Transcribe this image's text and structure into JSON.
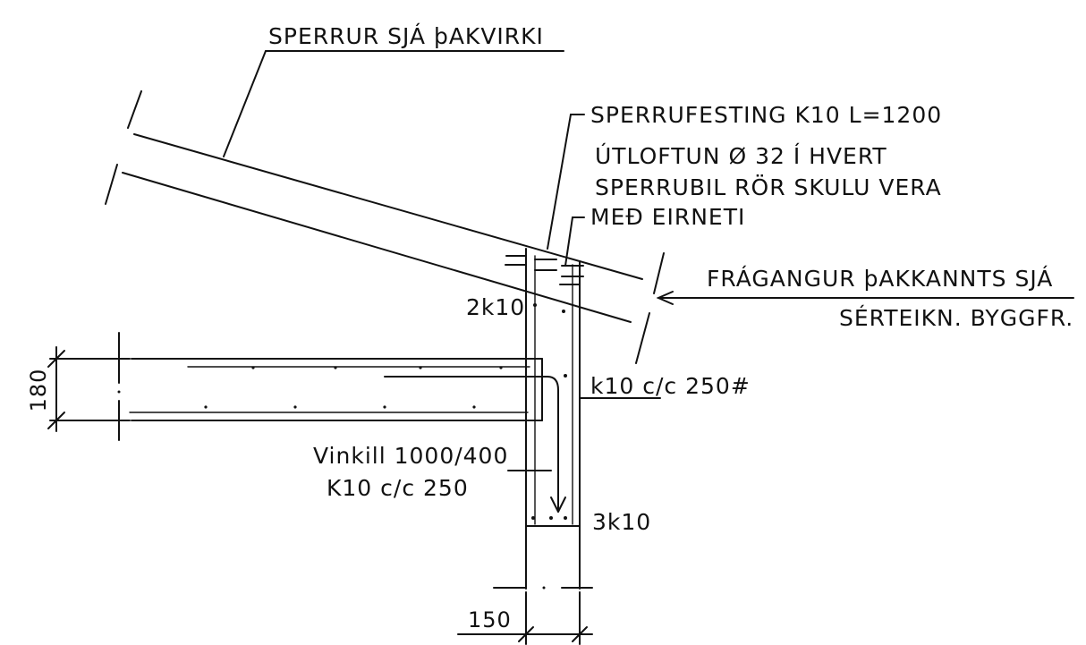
{
  "labels": {
    "rafters": "SPERRUR SJÁ þAKVIRKI",
    "rafter_fixing": "SPERRUFESTING K10 L=1200",
    "ventilation_1": "ÚTLOFTUN Ø 32 Í HVERT",
    "ventilation_2": "SPERRUBIL RÖR SKULU VERA",
    "ventilation_3": "MEÐ EIRNETI",
    "eaves_1": "FRÁGANGUR þAKKANNTS SJÁ",
    "eaves_2": "SÉRTEIKN. BYGGFR.",
    "top_bars": "2k10",
    "stirrups": "k10 c/c 250#",
    "angle_bar_1": "Vinkill 1000/400",
    "angle_bar_2": "K10 c/c 250",
    "bottom_bars": "3k10"
  },
  "dimensions": {
    "slab_thickness": "180",
    "wall_thickness": "150"
  }
}
